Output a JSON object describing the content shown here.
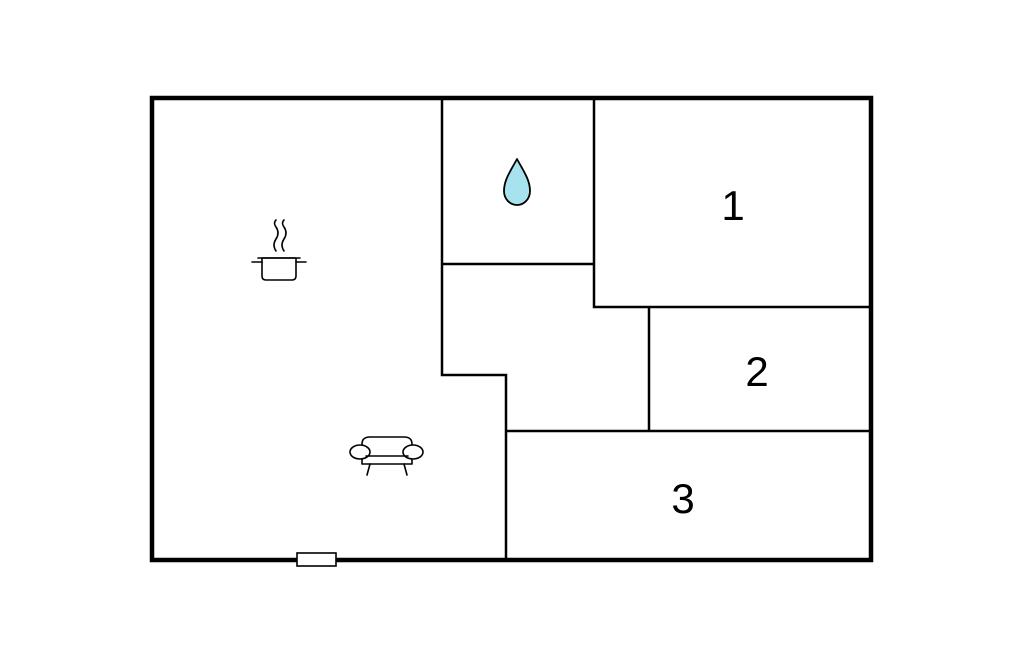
{
  "floorplan": {
    "rooms": [
      {
        "id": "bedroom-1",
        "number": "1"
      },
      {
        "id": "bedroom-2",
        "number": "2"
      },
      {
        "id": "bedroom-3",
        "number": "3"
      }
    ],
    "icons": [
      {
        "id": "kitchen",
        "icon": "cooking-pot-icon"
      },
      {
        "id": "living-room",
        "icon": "sofa-icon"
      },
      {
        "id": "bathroom",
        "icon": "water-drop-icon"
      }
    ],
    "entrance": {
      "icon": "door-marker"
    }
  },
  "colors": {
    "wall": "#000000",
    "background": "#ffffff",
    "water": "#a6e3ee"
  }
}
